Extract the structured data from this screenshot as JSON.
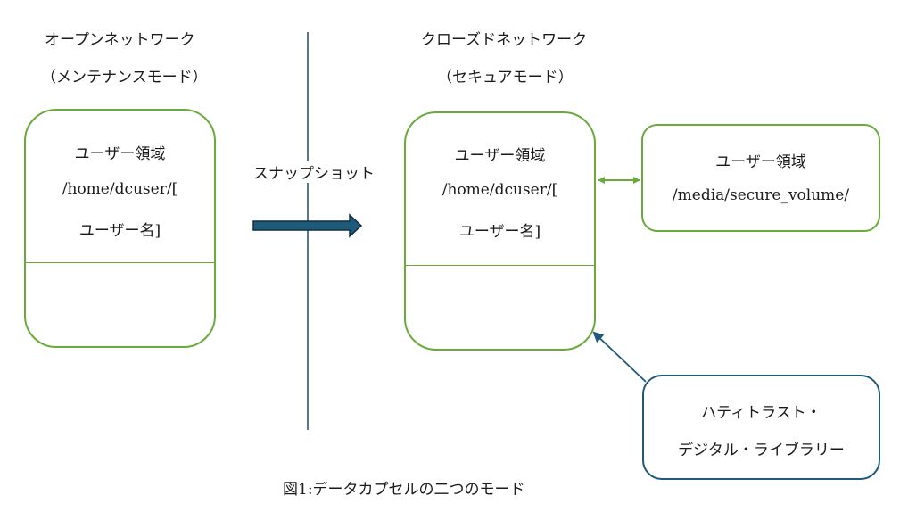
{
  "left_section": {
    "title": "オープンネットワーク",
    "subtitle": "（メンテナンスモード）",
    "user_area": {
      "line1": "ユーザー領域",
      "line2": "/home/dcuser/[",
      "line3": "ユーザー名]"
    }
  },
  "right_section": {
    "title": "クローズドネットワーク",
    "subtitle": "（セキュアモード）",
    "user_area": {
      "line1": "ユーザー領域",
      "line2": "/home/dcuser/[",
      "line3": "ユーザー名]"
    }
  },
  "transfer_label": "スナップショット",
  "secure_volume": {
    "line1": "ユーザー領域",
    "line2": "/media/secure_volume/"
  },
  "library": {
    "line1": "ハティトラスト・",
    "line2": "デジタル・ライブラリー"
  },
  "caption": "図1:データカプセルの二つのモード",
  "colors": {
    "box_border": "#6aaa3a",
    "library_border": "#1f5a7a",
    "arrow_fill": "#1f5a7a",
    "separator_line": "#1f4a66"
  }
}
